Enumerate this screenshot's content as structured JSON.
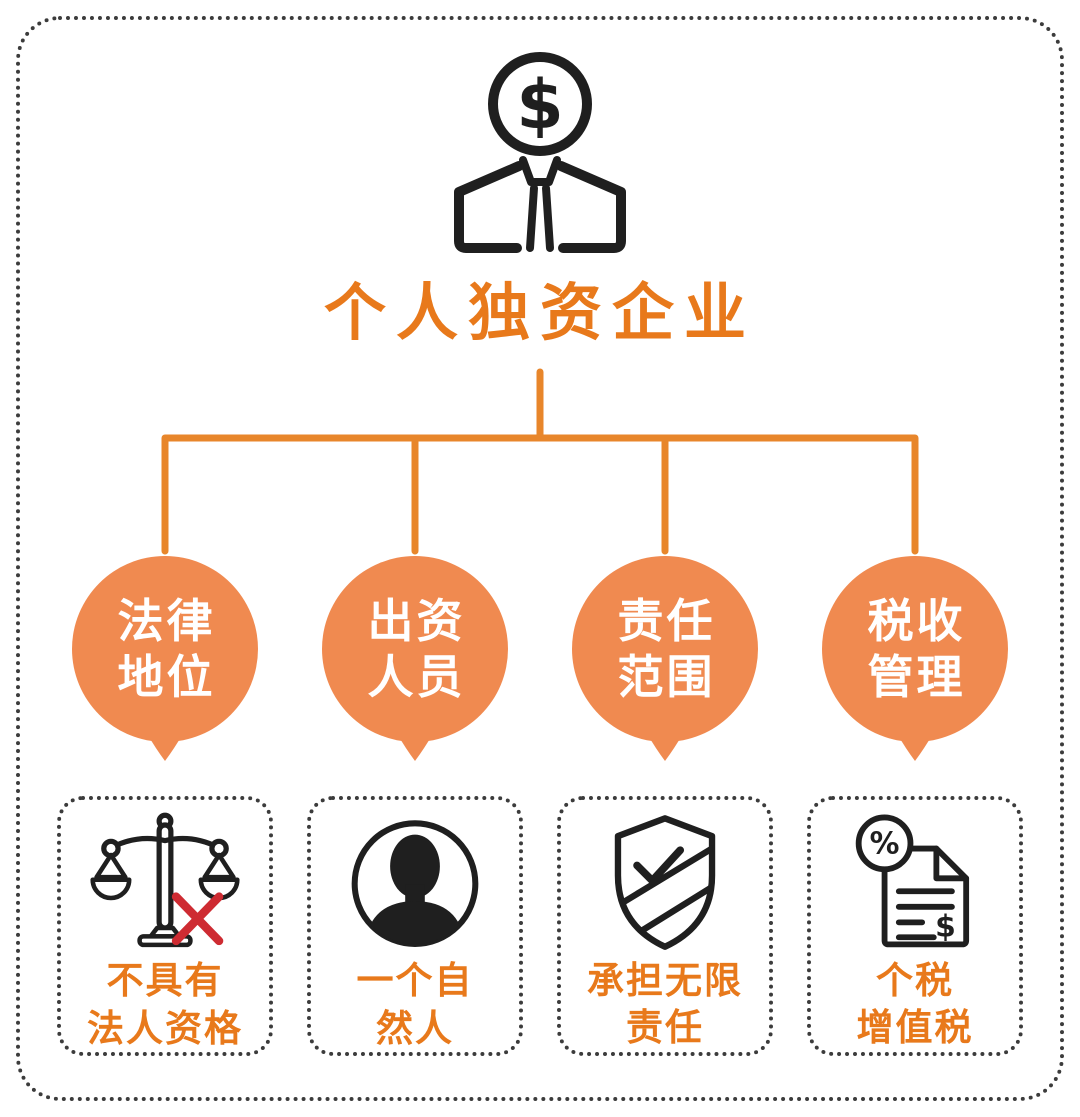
{
  "title": "个人独资企业",
  "header": {
    "icon": "businessman-dollar-icon",
    "symbol": "$"
  },
  "branches": [
    {
      "id": "legal-status",
      "bubble": [
        "法律",
        "地位"
      ],
      "icon": "balance-scale-crossed-icon",
      "detail": [
        "不具有",
        "法人资格"
      ]
    },
    {
      "id": "investors",
      "bubble": [
        "出资",
        "人员"
      ],
      "icon": "person-silhouette-icon",
      "detail": [
        "一个自",
        "然人"
      ]
    },
    {
      "id": "liability-scope",
      "bubble": [
        "责任",
        "范围"
      ],
      "icon": "shield-check-icon",
      "detail": [
        "承担无限",
        "责任"
      ]
    },
    {
      "id": "tax-management",
      "bubble": [
        "税收",
        "管理"
      ],
      "icon": "tax-invoice-icon",
      "detail": [
        "个税",
        "增值税"
      ],
      "symbols": {
        "percent": "%",
        "dollar": "$"
      }
    }
  ],
  "colors": {
    "accent_orange": "#E8791B",
    "connector_orange": "#E8862B",
    "bubble_orange": "#F08A50",
    "bubble_text": "#FFFFFF",
    "icon_black": "#1F1F1F",
    "cross_red": "#CE2B32",
    "dot_border": "#3C3C3C",
    "bg": "#FFFFFF"
  }
}
